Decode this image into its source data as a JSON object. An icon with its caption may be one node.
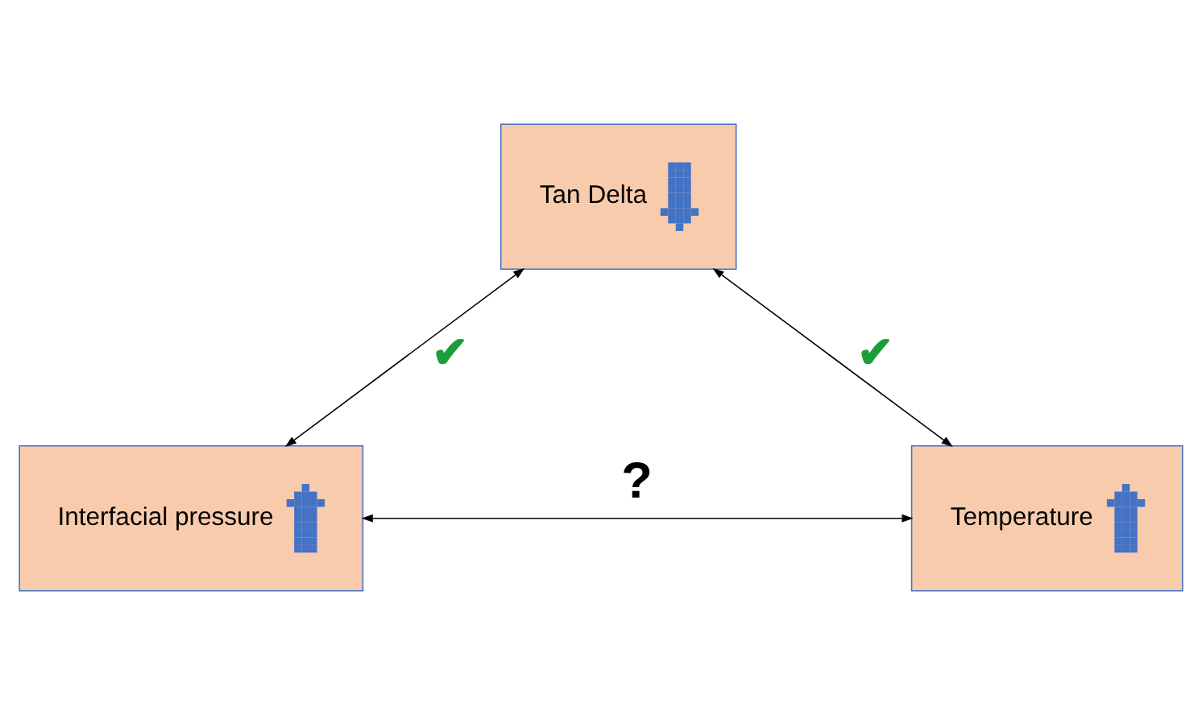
{
  "diagram": {
    "nodes": [
      {
        "text": [
          "Tan Delta"
        ]
      },
      {
        "text": [
          "Interfacial pressure"
        ]
      },
      {
        "text": [
          "Temperature"
        ]
      }
    ],
    "edges": [
      {
        "from": 0,
        "to": 1,
        "arrow": "both",
        "label": "✔"
      },
      {
        "from": 0,
        "to": 2,
        "arrow": "both",
        "label": "✔"
      },
      {
        "from": 1,
        "to": 2,
        "arrow": "both",
        "label": "?"
      }
    ]
  }
}
